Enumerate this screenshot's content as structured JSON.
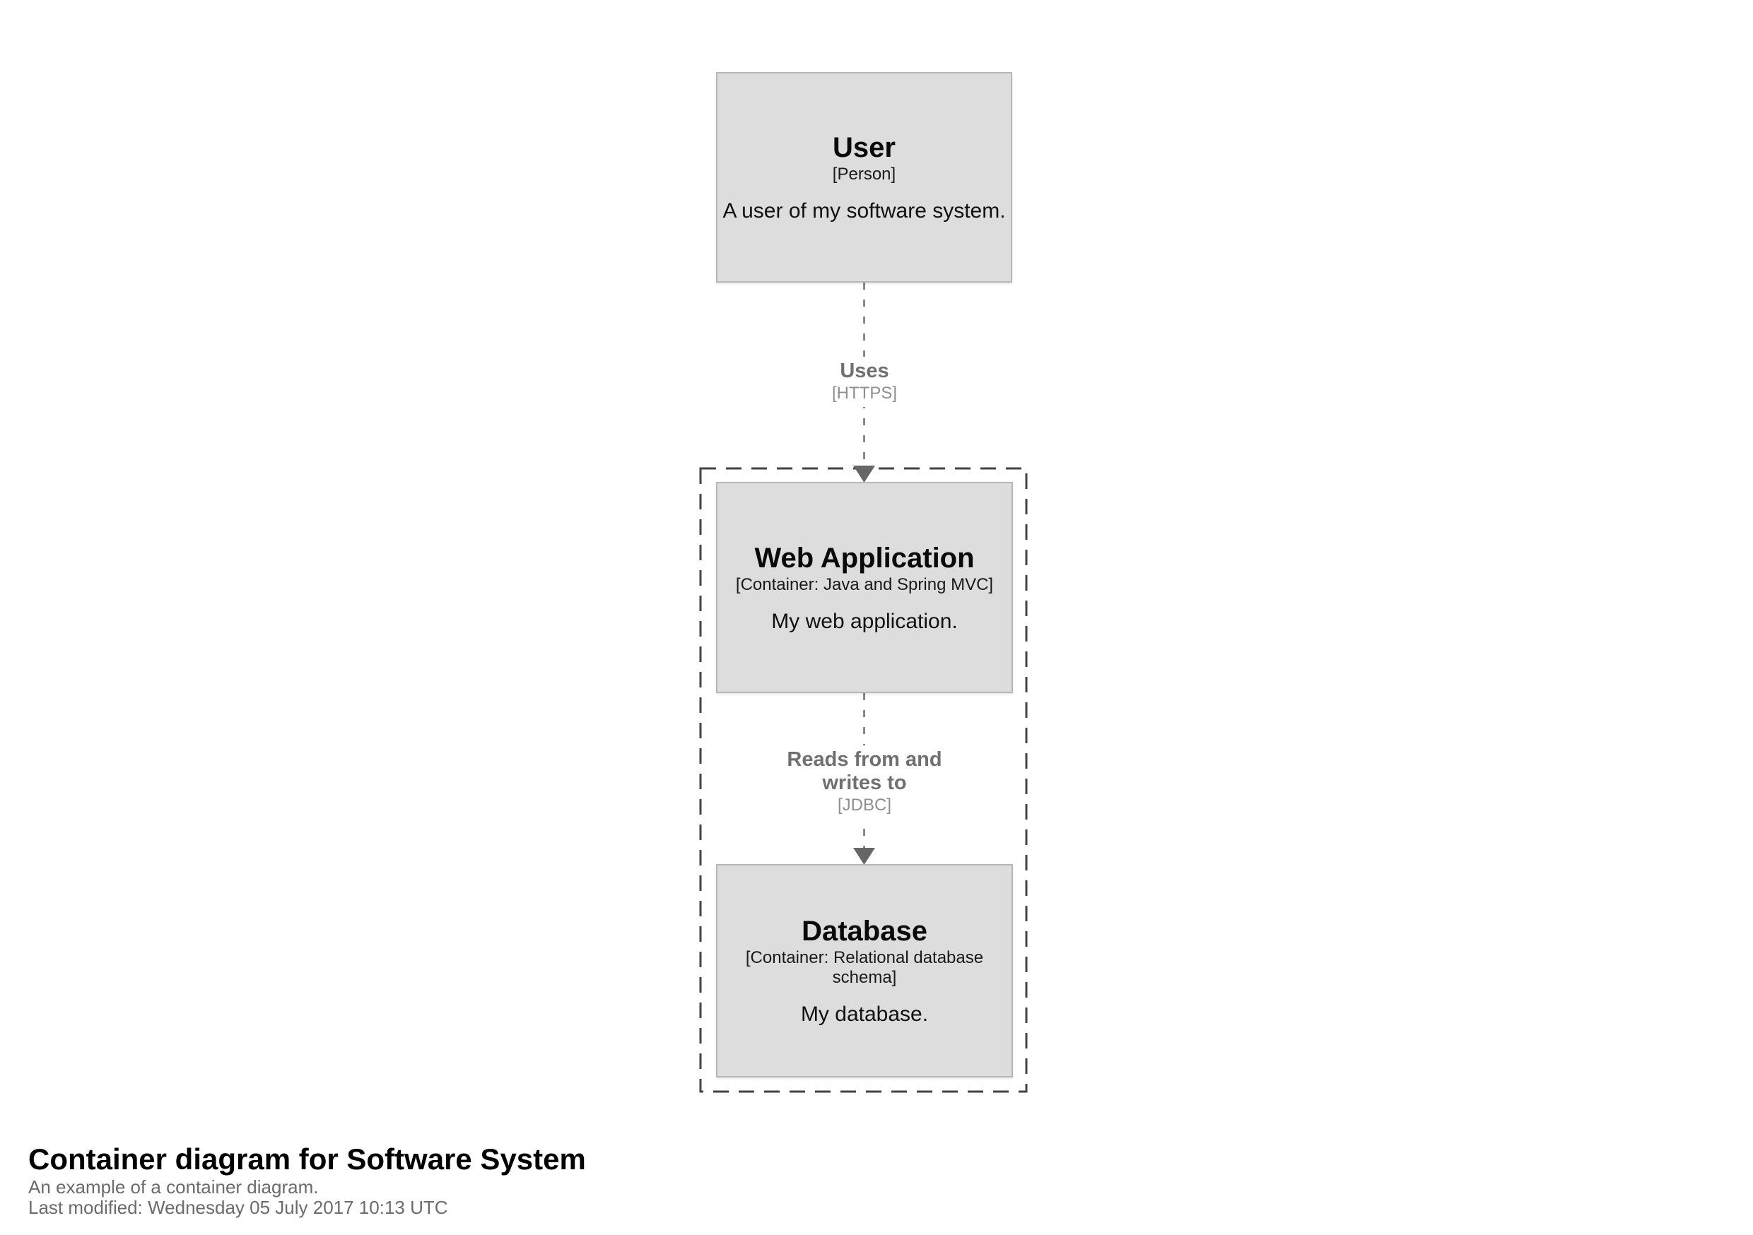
{
  "diagram": {
    "nodes": [
      {
        "title": "User",
        "meta": "[Person]",
        "description": "A user of my software system."
      },
      {
        "title": "Web Application",
        "meta": "[Container: Java and Spring MVC]",
        "description": "My web application."
      },
      {
        "title": "Database",
        "meta": "[Container: Relational database schema]",
        "description": "My database."
      }
    ],
    "relationships": [
      {
        "label": "Uses",
        "meta": "[HTTPS]"
      },
      {
        "label": "Reads from and writes to",
        "meta": "[JDBC]"
      }
    ],
    "footer": {
      "title": "Container diagram for Software System",
      "subtitle": "An example of a container diagram.",
      "last_modified": "Last modified: Wednesday 05 July 2017 10:13 UTC"
    },
    "colors": {
      "node_fill": "#dddddd",
      "node_border": "#b7b7b7",
      "relationship_line": "#707070",
      "boundary_line": "#444444"
    }
  }
}
